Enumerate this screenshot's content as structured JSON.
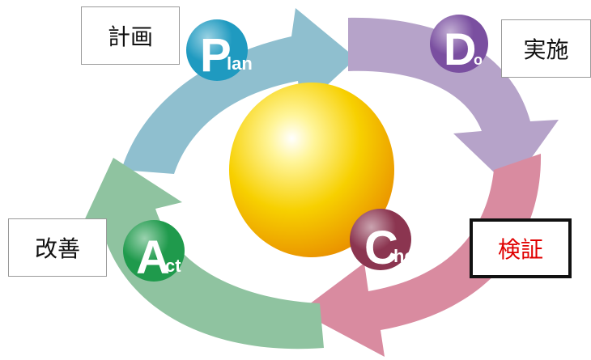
{
  "diagram": {
    "type": "PDCA cycle",
    "stages": [
      {
        "key": "plan",
        "initial": "P",
        "rest": "lan",
        "label": "計画",
        "arrow_color": "#8fbfcf",
        "badge_color": "#1f9ac0"
      },
      {
        "key": "do",
        "initial": "D",
        "rest": "o",
        "label": "実施",
        "arrow_color": "#b6a3c9",
        "badge_color": "#7a4fa0"
      },
      {
        "key": "check",
        "initial": "C",
        "rest": "heck",
        "label": "検証",
        "label_color": "#e00000",
        "arrow_color": "#d98ba0",
        "badge_color": "#8b3550"
      },
      {
        "key": "act",
        "initial": "A",
        "rest": "ct",
        "label": "改善",
        "arrow_color": "#8fc3a0",
        "badge_color": "#1f9a4c"
      }
    ],
    "center_sphere_color": "#f5c400"
  }
}
